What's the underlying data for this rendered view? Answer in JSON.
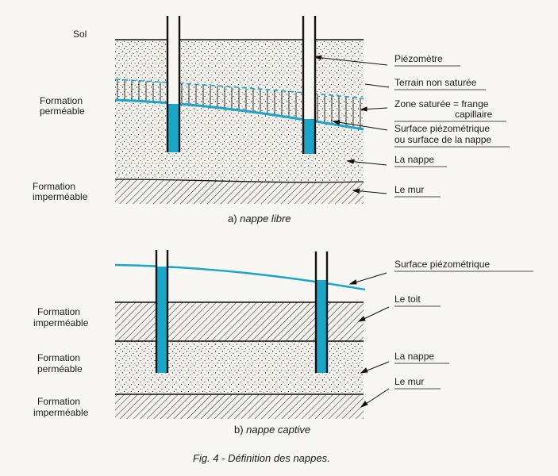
{
  "colors": {
    "water": "#19a6c9",
    "ink": "#1a1a1a",
    "paper": "#f8f7f3",
    "sand": "#f2f1ec"
  },
  "panel_a": {
    "left_labels": {
      "sol": "Sol",
      "formation_1": "Formation",
      "formation_1b": "perméable",
      "formation_2": "Formation",
      "formation_2b": "imperméable"
    },
    "right_labels": {
      "piezometre": "Piézomètre",
      "terrain": "Terrain non saturée",
      "zone_1": "Zone saturée = frange",
      "zone_2": "capillaire",
      "surface_1": "Surface piézométrique",
      "surface_2": "ou surface de la nappe",
      "nappe": "La nappe",
      "mur": "Le mur"
    },
    "caption_prefix": "a) ",
    "caption_italic": "nappe libre"
  },
  "panel_b": {
    "left_labels": {
      "formation_1": "Formation",
      "formation_1b": "imperméable",
      "formation_2": "Formation",
      "formation_2b": "perméable",
      "formation_3": "Formation",
      "formation_3b": "imperméable"
    },
    "right_labels": {
      "surface": "Surface piézométrique",
      "toit": "Le toit",
      "nappe": "La nappe",
      "mur": "Le mur"
    },
    "caption_prefix": "b) ",
    "caption_italic": "nappe captive"
  },
  "figure_caption": "Fig. 4 - Définition des nappes."
}
